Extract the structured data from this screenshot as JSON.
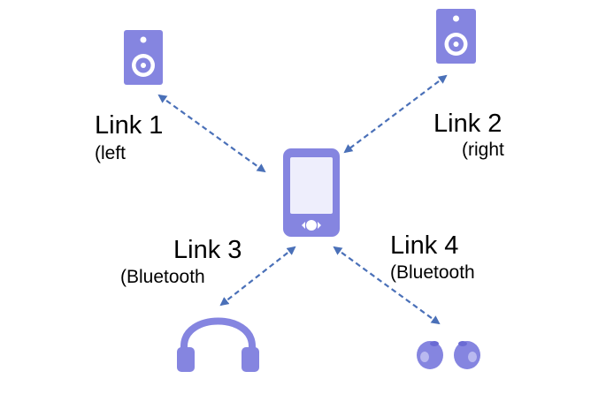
{
  "colors": {
    "device_fill": "#8585e0",
    "device_light": "#eeeefc",
    "arrow": "#4a70b8",
    "text": "#000000"
  },
  "devices": {
    "center": {
      "icon": "smartphone-icon"
    },
    "top_left": {
      "icon": "speaker-icon"
    },
    "top_right": {
      "icon": "speaker-icon"
    },
    "bottom_left": {
      "icon": "headphones-icon"
    },
    "bottom_right": {
      "icon": "earbuds-icon"
    }
  },
  "links": [
    {
      "title": "Link 1",
      "sub": "(left"
    },
    {
      "title": "Link 2",
      "sub": "(right"
    },
    {
      "title": "Link 3",
      "sub": "(Bluetooth"
    },
    {
      "title": "Link 4",
      "sub": "(Bluetooth"
    }
  ]
}
